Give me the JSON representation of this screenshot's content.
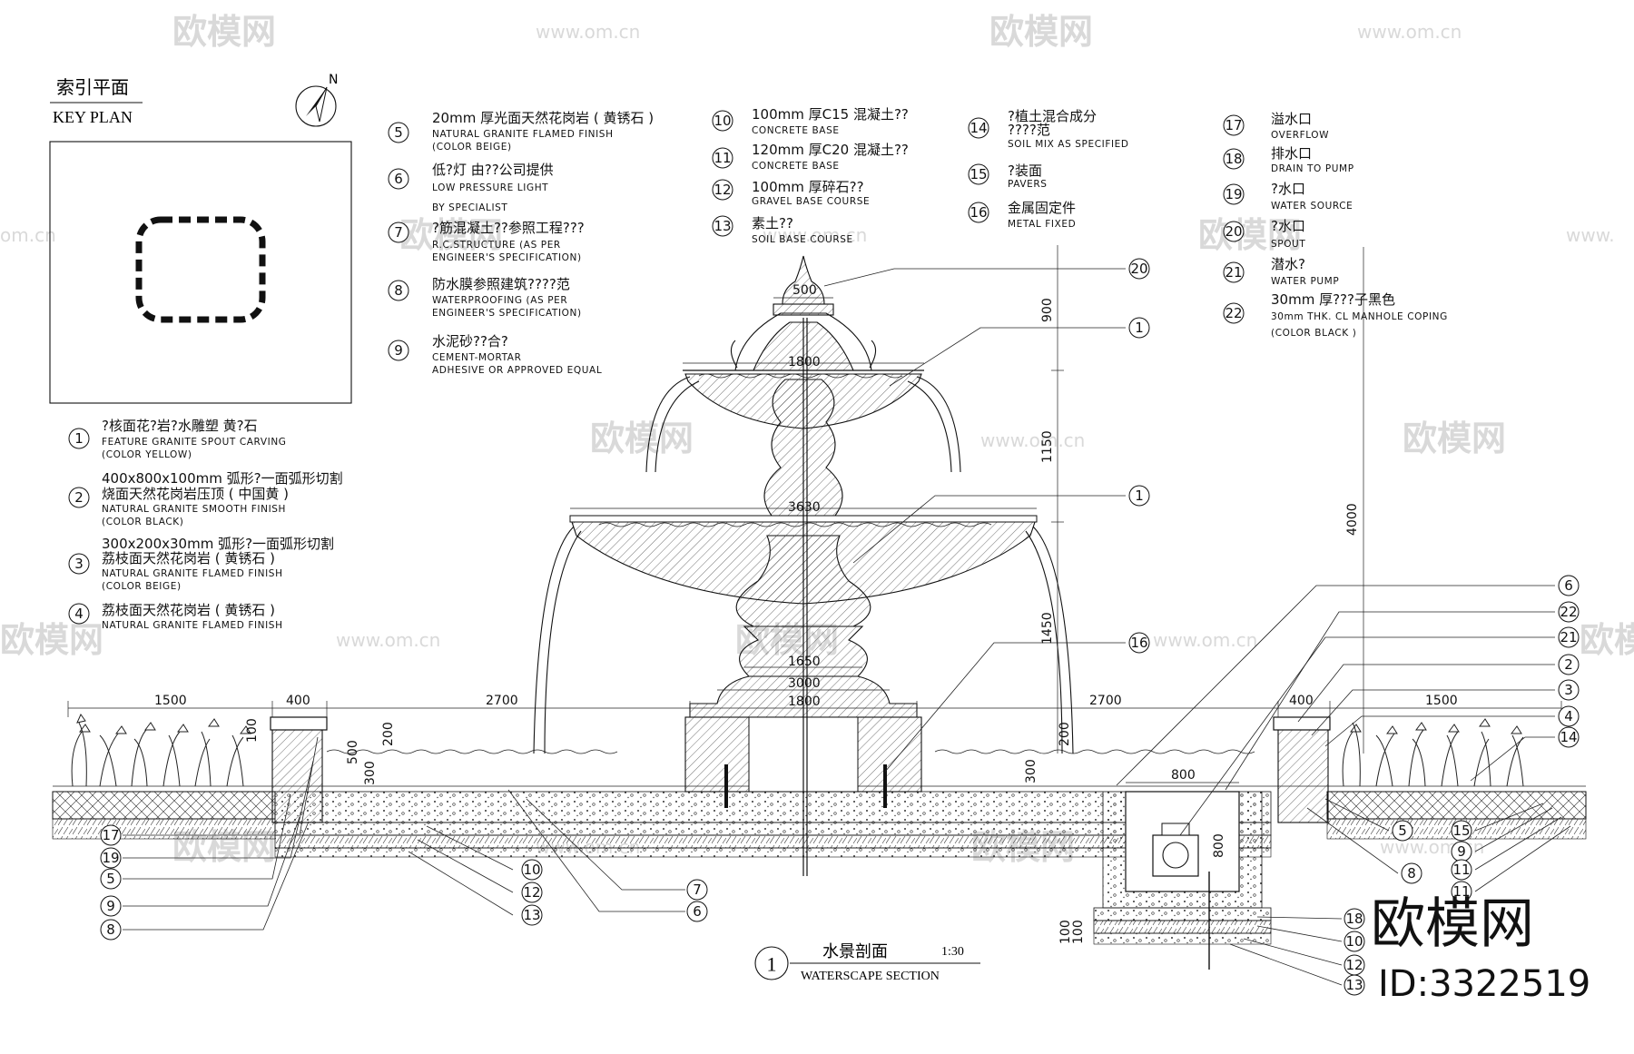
{
  "watermarks": {
    "brand": "欧模网",
    "url": "www.om.cn",
    "url_fragment": "om.cn",
    "brand_fragment": "欧模网",
    "url_fragment_right": "www."
  },
  "key_plan": {
    "title_cn": "索引平面",
    "title_en": "KEY PLAN",
    "north": "N"
  },
  "legend_left": [
    {
      "num": "1",
      "cn": "?核面花?岩?水雕塑 黄?石",
      "en": [
        "FEATURE GRANITE SPOUT CARVING",
        "(COLOR YELLOW)"
      ]
    },
    {
      "num": "2",
      "cn": "400x800x100mm  弧形?一面弧形切割",
      "cn2": "烧面天然花岗岩压顶 ( 中国黄 )",
      "en": [
        "NATURAL GRANITE SMOOTH FINISH",
        "(COLOR BLACK)"
      ]
    },
    {
      "num": "3",
      "cn": "300x200x30mm  弧形?一面弧形切割",
      "cn2": "荔枝面天然花岗岩 ( 黄锈石 )",
      "en": [
        "NATURAL GRANITE FLAMED FINISH",
        "(COLOR BEIGE)"
      ]
    },
    {
      "num": "4",
      "cn": "荔枝面天然花岗岩 ( 黄锈石 )",
      "en": [
        "NATURAL GRANITE FLAMED FINISH"
      ]
    }
  ],
  "legend_col1": [
    {
      "num": "5",
      "cn": "20mm  厚光面天然花岗岩 ( 黄锈石 )",
      "en": [
        "NATURAL GRANITE FLAMED FINISH",
        "(COLOR BEIGE)"
      ]
    },
    {
      "num": "6",
      "cn": "低?灯 由??公司提供",
      "en": [
        "LOW PRESSURE LIGHT",
        "BY SPECIALIST"
      ]
    },
    {
      "num": "7",
      "cn": "?筋混凝土??参照工程???",
      "en": [
        "R.C.STRUCTURE (AS PER",
        "ENGINEER'S SPECIFICATION)"
      ]
    },
    {
      "num": "8",
      "cn": "防水膜参照建筑????范",
      "en": [
        "WATERPROOFING (AS PER",
        "ENGINEER'S SPECIFICATION)"
      ]
    },
    {
      "num": "9",
      "cn": "水泥砂??合?",
      "en": [
        "CEMENT-MORTAR",
        "ADHESIVE OR APPROVED EQUAL"
      ]
    }
  ],
  "legend_col2": [
    {
      "num": "10",
      "cn": "100mm  厚C15  混凝土??",
      "en": [
        "CONCRETE BASE"
      ]
    },
    {
      "num": "11",
      "cn": "120mm  厚C20  混凝土??",
      "en": [
        "CONCRETE BASE"
      ]
    },
    {
      "num": "12",
      "cn": "100mm  厚碎石??",
      "en": [
        "GRAVEL BASE COURSE"
      ]
    },
    {
      "num": "13",
      "cn": "素土??",
      "en": [
        "SOIL BASE COURSE"
      ]
    }
  ],
  "legend_col3": [
    {
      "num": "14",
      "cn": "?植土混合成分",
      "cn2": "????范",
      "en": [
        "SOIL MIX AS SPECIFIED"
      ]
    },
    {
      "num": "15",
      "cn": "?装面",
      "en": [
        "PAVERS"
      ]
    },
    {
      "num": "16",
      "cn": "金属固定件",
      "en": [
        "METAL FIXED"
      ]
    }
  ],
  "legend_col4": [
    {
      "num": "17",
      "cn": "溢水口",
      "en": [
        "OVERFLOW"
      ]
    },
    {
      "num": "18",
      "cn": "排水口",
      "en": [
        "DRAIN TO PUMP"
      ]
    },
    {
      "num": "19",
      "cn": "?水口",
      "en": [
        "WATER SOURCE"
      ]
    },
    {
      "num": "20",
      "cn": "?水口",
      "en": [
        "SPOUT"
      ]
    },
    {
      "num": "21",
      "cn": "潜水?",
      "en": [
        "WATER PUMP"
      ]
    },
    {
      "num": "22",
      "cn": "30mm  厚???子黑色",
      "en": [
        "30mm THK. CL MANHOLE COPING",
        "(COLOR BLACK )"
      ]
    }
  ],
  "dimensions": {
    "top_500": "500",
    "top_1800": "1800",
    "mid_3630": "3630",
    "base_1650": "1650",
    "base_3000": "3000",
    "bottom_1800": "1800",
    "h_900": "900",
    "h_1150": "1150",
    "h_1450": "1450",
    "h_4000": "4000",
    "left_1500": "1500",
    "left_400": "400",
    "left_2700": "2700",
    "right_2700": "2700",
    "right_400": "400",
    "right_1500": "1500",
    "v_500": "500",
    "v_300_left": "300",
    "v_200_left": "200",
    "v_300_right": "300",
    "v_200_right": "200",
    "v_100_left": "100",
    "pit_800_w": "800",
    "pit_800_h": "800",
    "pit_100a": "100",
    "pit_100b": "100"
  },
  "callouts_right_top": [
    "20",
    "1",
    "1",
    "16"
  ],
  "callouts_right": [
    "6",
    "22",
    "21",
    "2",
    "3",
    "4",
    "14",
    "15",
    "9",
    "11",
    "11"
  ],
  "callouts_left": [
    "17",
    "19",
    "5",
    "9",
    "8"
  ],
  "callouts_bottom": [
    "10",
    "12",
    "13",
    "7",
    "6"
  ],
  "callouts_pit": [
    "18",
    "10",
    "12",
    "13"
  ],
  "callouts_far_right": [
    "5",
    "8"
  ],
  "section_title": {
    "num": "1",
    "cn": "水景剖面",
    "scale": "1:30",
    "en": "WATERSCAPE SECTION"
  },
  "brand_stamp": {
    "name": "欧模网",
    "id": "ID:3322519"
  }
}
